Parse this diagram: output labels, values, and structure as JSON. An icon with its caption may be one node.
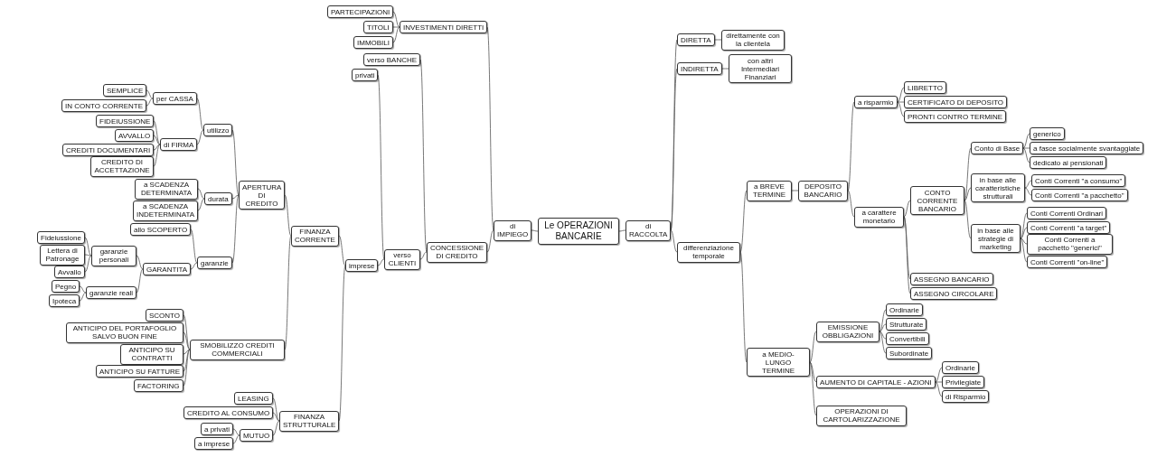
{
  "diagram": {
    "nodes": [
      {
        "text": [
          "Le OPERAZIONI BANCARIE"
        ]
      },
      {
        "text": [
          "di IMPIEGO"
        ]
      },
      {
        "text": [
          "INVESTIMENTI DIRETTI"
        ]
      },
      {
        "text": [
          "PARTECIPAZIONI"
        ]
      },
      {
        "text": [
          "TITOLI"
        ]
      },
      {
        "text": [
          "IMMOBILI"
        ]
      },
      {
        "text": [
          "CONCESSIONE DI CREDITO"
        ]
      },
      {
        "text": [
          "verso BANCHE"
        ]
      },
      {
        "text": [
          "verso CLIENTI"
        ]
      },
      {
        "text": [
          "privati"
        ]
      },
      {
        "text": [
          "imprese"
        ]
      },
      {
        "text": [
          "FINANZA CORRENTE"
        ]
      },
      {
        "text": [
          "APERTURA DI CREDITO"
        ]
      },
      {
        "text": [
          "utilizzo"
        ]
      },
      {
        "text": [
          "per CASSA"
        ]
      },
      {
        "text": [
          "SEMPLICE"
        ]
      },
      {
        "text": [
          "IN CONTO CORRENTE"
        ]
      },
      {
        "text": [
          "di FIRMA"
        ]
      },
      {
        "text": [
          "FIDEIUSSIONE"
        ]
      },
      {
        "text": [
          "AVVALLO"
        ]
      },
      {
        "text": [
          "CREDITI DOCUMENTARI"
        ]
      },
      {
        "text": [
          "CREDITO DI ACCETTAZIONE"
        ]
      },
      {
        "text": [
          "durata"
        ]
      },
      {
        "text": [
          "a SCADENZA DETERMINATA"
        ]
      },
      {
        "text": [
          "a SCADENZA INDETERMINATA"
        ]
      },
      {
        "text": [
          "garanzie"
        ]
      },
      {
        "text": [
          "allo SCOPERTO"
        ]
      },
      {
        "text": [
          "GARANTITA"
        ]
      },
      {
        "text": [
          "garanzie personali"
        ]
      },
      {
        "text": [
          "Fideiussione"
        ]
      },
      {
        "text": [
          "Lettera di Patronage"
        ]
      },
      {
        "text": [
          "Avvallo"
        ]
      },
      {
        "text": [
          "garanzie reali"
        ]
      },
      {
        "text": [
          "Pegno"
        ]
      },
      {
        "text": [
          "Ipoteca"
        ]
      },
      {
        "text": [
          "SMOBILIZZO CREDITI COMMERCIALI"
        ]
      },
      {
        "text": [
          "SCONTO"
        ]
      },
      {
        "text": [
          "ANTICIPO DEL PORTAFOGLIO SALVO BUON FINE"
        ]
      },
      {
        "text": [
          "ANTICIPO SU CONTRATTI"
        ]
      },
      {
        "text": [
          "ANTICIPO SU FATTURE"
        ]
      },
      {
        "text": [
          "FACTORING"
        ]
      },
      {
        "text": [
          "FINANZA STRUTTURALE"
        ]
      },
      {
        "text": [
          "LEASING"
        ]
      },
      {
        "text": [
          "CREDITO AL CONSUMO"
        ]
      },
      {
        "text": [
          "MUTUO"
        ]
      },
      {
        "text": [
          "a privati"
        ]
      },
      {
        "text": [
          "a imprese"
        ]
      },
      {
        "text": [
          "di RACCOLTA"
        ]
      },
      {
        "text": [
          "DIRETTA"
        ]
      },
      {
        "text": [
          "direttamente con la clientela"
        ]
      },
      {
        "text": [
          "INDIRETTA"
        ]
      },
      {
        "text": [
          "con altri Intermediari Finanziari"
        ]
      },
      {
        "text": [
          "differenziazione temporale"
        ]
      },
      {
        "text": [
          "a BREVE TERMINE"
        ]
      },
      {
        "text": [
          "DEPOSITO BANCARIO"
        ]
      },
      {
        "text": [
          "a risparmio"
        ]
      },
      {
        "text": [
          "LIBRETTO"
        ]
      },
      {
        "text": [
          "CERTIFICATO DI DEPOSITO"
        ]
      },
      {
        "text": [
          "PRONTI CONTRO TERMINE"
        ]
      },
      {
        "text": [
          "a carattere monetario"
        ]
      },
      {
        "text": [
          "CONTO CORRENTE BANCARIO"
        ]
      },
      {
        "text": [
          "Conto di Base"
        ]
      },
      {
        "text": [
          "generico"
        ]
      },
      {
        "text": [
          "a fasce socialmente svantaggiate"
        ]
      },
      {
        "text": [
          "dedicato ai pensionati"
        ]
      },
      {
        "text": [
          "in base alle caratteristiche strutturali"
        ]
      },
      {
        "text": [
          "Conti Correnti \"a consumo\""
        ]
      },
      {
        "text": [
          "Conti Correnti \"a pacchetto\""
        ]
      },
      {
        "text": [
          "in base alle strategie di marketing"
        ]
      },
      {
        "text": [
          "Conti Correnti Ordinari"
        ]
      },
      {
        "text": [
          "Conti Correnti \"a target\""
        ]
      },
      {
        "text": [
          "Conti Correnti a pacchetto \"generici\""
        ]
      },
      {
        "text": [
          "Conti Correnti \"on-line\""
        ]
      },
      {
        "text": [
          "ASSEGNO BANCARIO"
        ]
      },
      {
        "text": [
          "ASSEGNO CIRCOLARE"
        ]
      },
      {
        "text": [
          "a MEDIO-LUNGO TERMINE"
        ]
      },
      {
        "text": [
          "EMISSIONE OBBLIGAZIONI"
        ]
      },
      {
        "text": [
          "Ordinarie"
        ]
      },
      {
        "text": [
          "Strutturate"
        ]
      },
      {
        "text": [
          "Convertibili"
        ]
      },
      {
        "text": [
          "Subordinate"
        ]
      },
      {
        "text": [
          "AUMENTO DI CAPITALE - AZIONI"
        ]
      },
      {
        "text": [
          "Ordinarie"
        ]
      },
      {
        "text": [
          "Privilegiate"
        ]
      },
      {
        "text": [
          "di Risparmio"
        ]
      },
      {
        "text": [
          "OPERAZIONI DI CARTOLARIZZAZIONE"
        ]
      }
    ],
    "edges": [
      {
        "from": 0,
        "to": 1,
        "arrow": "none"
      },
      {
        "from": 1,
        "to": 2,
        "arrow": "none"
      },
      {
        "from": 2,
        "to": 3,
        "arrow": "none"
      },
      {
        "from": 2,
        "to": 4,
        "arrow": "none"
      },
      {
        "from": 2,
        "to": 5,
        "arrow": "none"
      },
      {
        "from": 1,
        "to": 6,
        "arrow": "none"
      },
      {
        "from": 6,
        "to": 7,
        "arrow": "none"
      },
      {
        "from": 6,
        "to": 8,
        "arrow": "none"
      },
      {
        "from": 8,
        "to": 9,
        "arrow": "none"
      },
      {
        "from": 8,
        "to": 10,
        "arrow": "none"
      },
      {
        "from": 10,
        "to": 11,
        "arrow": "none"
      },
      {
        "from": 11,
        "to": 12,
        "arrow": "none"
      },
      {
        "from": 12,
        "to": 13,
        "arrow": "none"
      },
      {
        "from": 13,
        "to": 14,
        "arrow": "none"
      },
      {
        "from": 14,
        "to": 15,
        "arrow": "none"
      },
      {
        "from": 14,
        "to": 16,
        "arrow": "none"
      },
      {
        "from": 13,
        "to": 17,
        "arrow": "none"
      },
      {
        "from": 17,
        "to": 18,
        "arrow": "none"
      },
      {
        "from": 17,
        "to": 19,
        "arrow": "none"
      },
      {
        "from": 17,
        "to": 20,
        "arrow": "none"
      },
      {
        "from": 17,
        "to": 21,
        "arrow": "none"
      },
      {
        "from": 12,
        "to": 22,
        "arrow": "none"
      },
      {
        "from": 22,
        "to": 23,
        "arrow": "none"
      },
      {
        "from": 22,
        "to": 24,
        "arrow": "none"
      },
      {
        "from": 12,
        "to": 25,
        "arrow": "none"
      },
      {
        "from": 25,
        "to": 26,
        "arrow": "none"
      },
      {
        "from": 25,
        "to": 27,
        "arrow": "none"
      },
      {
        "from": 27,
        "to": 28,
        "arrow": "none"
      },
      {
        "from": 28,
        "to": 29,
        "arrow": "none"
      },
      {
        "from": 28,
        "to": 30,
        "arrow": "none"
      },
      {
        "from": 28,
        "to": 31,
        "arrow": "none"
      },
      {
        "from": 27,
        "to": 32,
        "arrow": "none"
      },
      {
        "from": 32,
        "to": 33,
        "arrow": "none"
      },
      {
        "from": 32,
        "to": 34,
        "arrow": "none"
      },
      {
        "from": 11,
        "to": 35,
        "arrow": "none"
      },
      {
        "from": 35,
        "to": 36,
        "arrow": "none"
      },
      {
        "from": 35,
        "to": 37,
        "arrow": "none"
      },
      {
        "from": 35,
        "to": 38,
        "arrow": "none"
      },
      {
        "from": 35,
        "to": 39,
        "arrow": "none"
      },
      {
        "from": 35,
        "to": 40,
        "arrow": "none"
      },
      {
        "from": 10,
        "to": 41,
        "arrow": "none"
      },
      {
        "from": 41,
        "to": 42,
        "arrow": "none"
      },
      {
        "from": 41,
        "to": 43,
        "arrow": "none"
      },
      {
        "from": 41,
        "to": 44,
        "arrow": "none"
      },
      {
        "from": 44,
        "to": 45,
        "arrow": "none"
      },
      {
        "from": 44,
        "to": 46,
        "arrow": "none"
      },
      {
        "from": 0,
        "to": 47,
        "arrow": "none"
      },
      {
        "from": 47,
        "to": 48,
        "arrow": "none"
      },
      {
        "from": 48,
        "to": 49,
        "arrow": "none"
      },
      {
        "from": 47,
        "to": 50,
        "arrow": "none"
      },
      {
        "from": 50,
        "to": 51,
        "arrow": "none"
      },
      {
        "from": 47,
        "to": 52,
        "arrow": "none"
      },
      {
        "from": 52,
        "to": 53,
        "arrow": "none"
      },
      {
        "from": 53,
        "to": 54,
        "arrow": "none"
      },
      {
        "from": 54,
        "to": 55,
        "arrow": "none"
      },
      {
        "from": 55,
        "to": 56,
        "arrow": "none"
      },
      {
        "from": 55,
        "to": 57,
        "arrow": "none"
      },
      {
        "from": 55,
        "to": 58,
        "arrow": "none"
      },
      {
        "from": 54,
        "to": 59,
        "arrow": "none"
      },
      {
        "from": 59,
        "to": 60,
        "arrow": "none"
      },
      {
        "from": 60,
        "to": 61,
        "arrow": "none"
      },
      {
        "from": 61,
        "to": 62,
        "arrow": "none"
      },
      {
        "from": 61,
        "to": 63,
        "arrow": "none"
      },
      {
        "from": 61,
        "to": 64,
        "arrow": "none"
      },
      {
        "from": 60,
        "to": 65,
        "arrow": "none"
      },
      {
        "from": 65,
        "to": 66,
        "arrow": "none"
      },
      {
        "from": 65,
        "to": 67,
        "arrow": "none"
      },
      {
        "from": 60,
        "to": 68,
        "arrow": "none"
      },
      {
        "from": 68,
        "to": 69,
        "arrow": "none"
      },
      {
        "from": 68,
        "to": 70,
        "arrow": "none"
      },
      {
        "from": 68,
        "to": 71,
        "arrow": "none"
      },
      {
        "from": 68,
        "to": 72,
        "arrow": "none"
      },
      {
        "from": 59,
        "to": 73,
        "arrow": "none"
      },
      {
        "from": 59,
        "to": 74,
        "arrow": "none"
      },
      {
        "from": 52,
        "to": 75,
        "arrow": "none"
      },
      {
        "from": 75,
        "to": 76,
        "arrow": "none"
      },
      {
        "from": 76,
        "to": 77,
        "arrow": "none"
      },
      {
        "from": 76,
        "to": 78,
        "arrow": "none"
      },
      {
        "from": 76,
        "to": 79,
        "arrow": "none"
      },
      {
        "from": 76,
        "to": 80,
        "arrow": "none"
      },
      {
        "from": 75,
        "to": 81,
        "arrow": "none"
      },
      {
        "from": 81,
        "to": 82,
        "arrow": "none"
      },
      {
        "from": 81,
        "to": 83,
        "arrow": "none"
      },
      {
        "from": 81,
        "to": 84,
        "arrow": "none"
      },
      {
        "from": 75,
        "to": 85,
        "arrow": "none"
      }
    ]
  }
}
